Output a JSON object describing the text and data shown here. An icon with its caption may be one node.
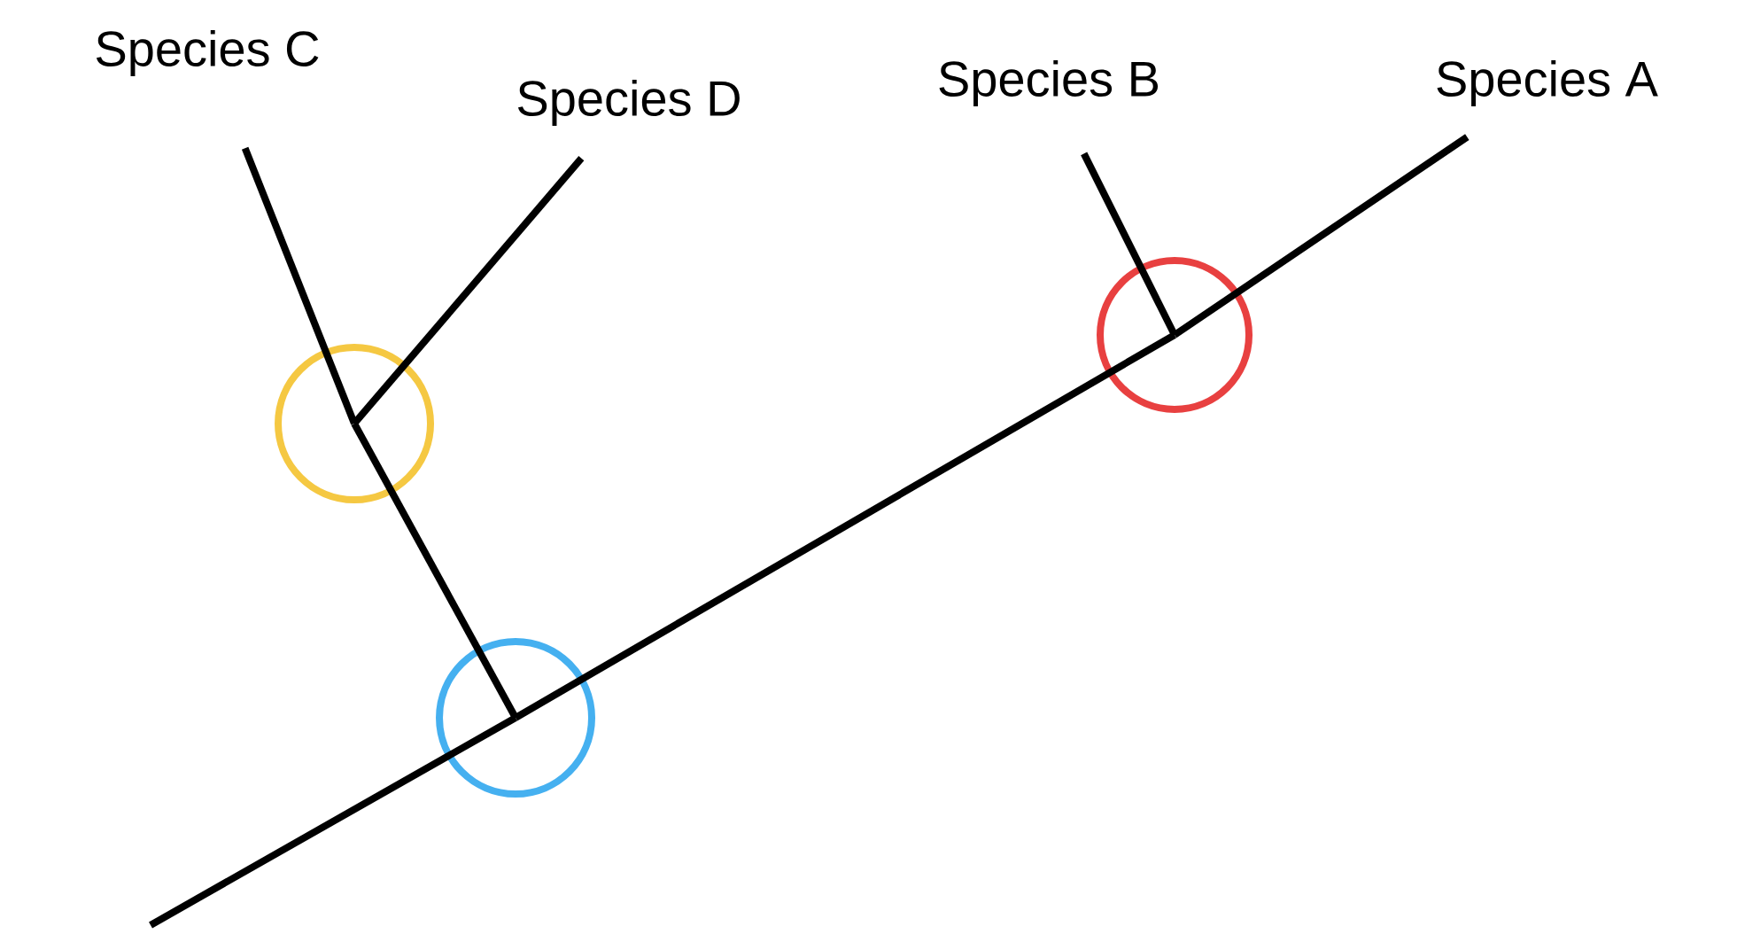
{
  "diagram": {
    "nodes": [
      {
        "text": [
          "Species C"
        ]
      },
      {
        "text": [
          "Species D"
        ]
      },
      {
        "text": [
          "Species B"
        ]
      },
      {
        "text": [
          "Species A"
        ]
      },
      {
        "text": [],
        "shape": "circle"
      },
      {
        "text": [],
        "shape": "circle"
      },
      {
        "text": [],
        "shape": "circle"
      }
    ],
    "edges": [
      {
        "from": null,
        "to": 6,
        "arrow": "none"
      },
      {
        "from": 6,
        "to": 4,
        "arrow": "none"
      },
      {
        "from": 4,
        "to": 3,
        "arrow": "none"
      },
      {
        "from": 4,
        "to": 2,
        "arrow": "none"
      },
      {
        "from": 6,
        "to": 5,
        "arrow": "none"
      },
      {
        "from": 5,
        "to": 0,
        "arrow": "none"
      },
      {
        "from": 5,
        "to": 1,
        "arrow": "none"
      }
    ]
  }
}
